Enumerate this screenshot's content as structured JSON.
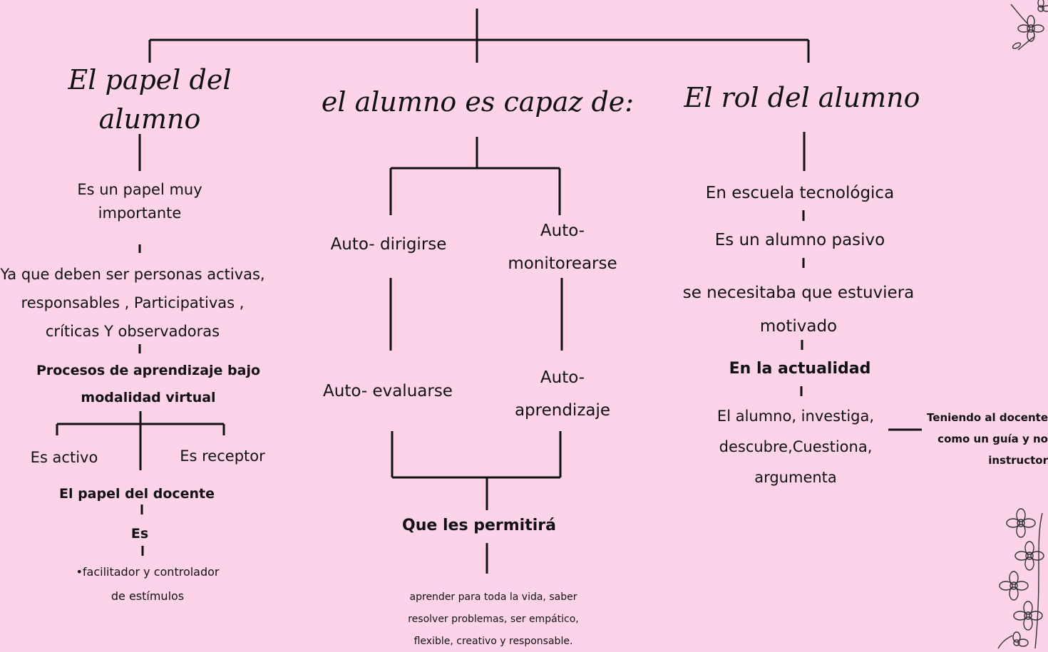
{
  "left": {
    "title_l1": "El papel del",
    "title_l2": "alumno",
    "important_l1": "Es un papel muy",
    "important_l2": "importante",
    "reason_l1": "Ya que deben ser personas activas,",
    "reason_l2": "responsables , Participativas ,",
    "reason_l3": "críticas Y observadoras",
    "process_l1": "Procesos de aprendizaje bajo",
    "process_l2": "modalidad virtual",
    "active": "Es activo",
    "receptor": "Es receptor",
    "teacher_role": "El papel del docente",
    "is": "Es",
    "facilitator_l1": "•facilitador  y controlador",
    "facilitator_l2": "de estímulos"
  },
  "middle": {
    "title": "el alumno es capaz de:",
    "self_direct": "Auto- dirigirse",
    "self_monitor_l1": "Auto-",
    "self_monitor_l2": "monitorearse",
    "self_evaluate": "Auto- evaluarse",
    "self_learn_l1": "Auto-",
    "self_learn_l2": "aprendizaje",
    "allows": "Que les permitirá",
    "outcome_l1": "aprender para toda la vida, saber",
    "outcome_l2": "resolver problemas, ser empático,",
    "outcome_l3": "flexible, creativo y responsable."
  },
  "right": {
    "title": "El rol del alumno",
    "tech_school": "En escuela tecnológica",
    "passive": "Es un alumno pasivo",
    "needed_l1": "se necesitaba que estuviera",
    "needed_l2": "motivado",
    "nowadays": "En la actualidad",
    "student_l1": "El alumno, investiga,",
    "student_l2": "descubre,Cuestiona,",
    "student_l3": "argumenta",
    "guide_l1": "Teniendo al docente",
    "guide_l2": "como un guía y no",
    "guide_l3": "instructor"
  },
  "colors": {
    "background": "#fcd3e8",
    "ink": "#111111"
  }
}
